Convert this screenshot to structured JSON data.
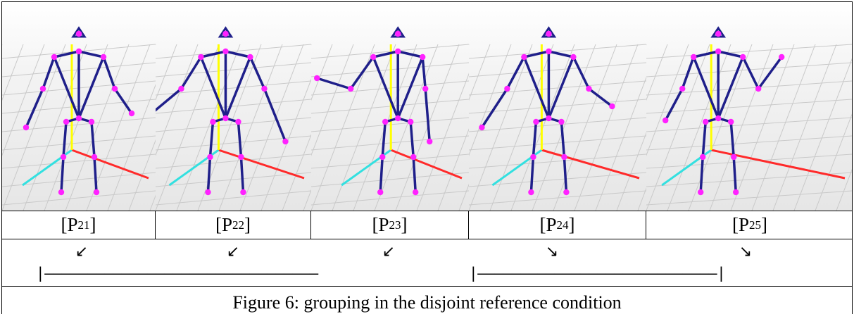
{
  "panels": [
    {
      "label_main": "P",
      "label_sub": "21"
    },
    {
      "label_main": "P",
      "label_sub": "22"
    },
    {
      "label_main": "P",
      "label_sub": "23"
    },
    {
      "label_main": "P",
      "label_sub": "24"
    },
    {
      "label_main": "P",
      "label_sub": "25"
    }
  ],
  "bracket_open": "[",
  "bracket_close": "]",
  "arrows": [
    "↙",
    "↙",
    "↙",
    "↘",
    "↘"
  ],
  "group_lines": {
    "left": "|‒‒‒‒‒‒‒‒‒‒‒‒‒‒‒‒‒‒‒‒‒‒‒‒‒‒‒‒‒‒‒‒",
    "right": "|‒‒‒‒‒‒‒‒‒‒‒‒‒‒‒‒‒‒‒‒‒‒‒‒‒‒‒‒|"
  },
  "caption": "Figure 6: grouping in the disjoint reference condition",
  "colors": {
    "skeleton": "#1f1f8a",
    "joint": "#ff22ff",
    "axis_up": "#ffff00",
    "axis_x": "#ff2a2a",
    "axis_z": "#33e0e0",
    "grid": "#c9c9c9"
  }
}
